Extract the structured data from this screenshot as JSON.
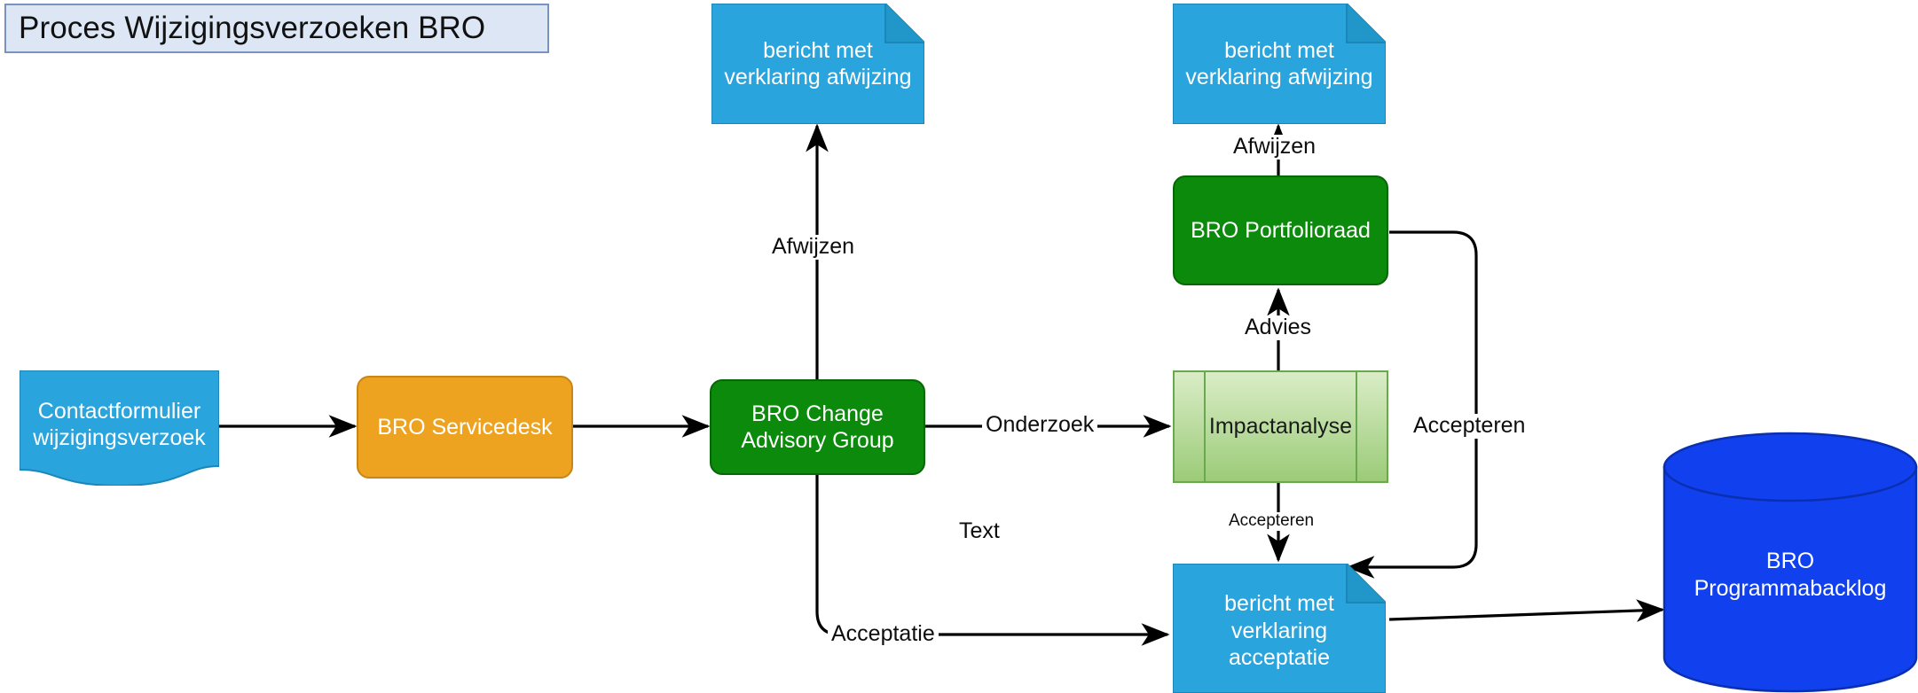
{
  "diagram": {
    "title": "Proces Wijzigingsverzoeken BRO",
    "title_bg": "#dce6f5",
    "title_border": "#7893c0"
  },
  "nodes": {
    "contactformulier": {
      "label": "Contactformulier\nwijzigingsverzoek",
      "shape": "document",
      "color": "#29A4DC"
    },
    "servicedesk": {
      "label": "BRO Servicedesk",
      "shape": "rounded-rect",
      "color": "#EDA320"
    },
    "change_advisory_group": {
      "label": "BRO Change\nAdvisory Group",
      "shape": "rounded-rect",
      "color": "#0B8A0B"
    },
    "afwijzing_note_left": {
      "label": "bericht met\nverklaring afwijzing",
      "shape": "note",
      "color": "#29A4DC"
    },
    "afwijzing_note_right": {
      "label": "bericht met\nverklaring afwijzing",
      "shape": "note",
      "color": "#29A4DC"
    },
    "portfolioraad": {
      "label": "BRO Portfolioraad",
      "shape": "rounded-rect",
      "color": "#0B8A0B"
    },
    "impactanalyse": {
      "label": "Impactanalyse",
      "shape": "predefined-process",
      "color": "#9CCB78"
    },
    "acceptatie_note": {
      "label": "bericht met\nverklaring acceptatie",
      "shape": "note",
      "color": "#29A4DC"
    },
    "programmabacklog": {
      "label": "BRO\nProgrammabacklog",
      "shape": "cylinder",
      "color": "#1141EE"
    }
  },
  "edge_labels": {
    "afwijzen_left": "Afwijzen",
    "afwijzen_right": "Afwijzen",
    "onderzoek": "Onderzoek",
    "advies": "Advies",
    "accepteren_right": "Accepteren",
    "accepteren_down": "Accepteren",
    "acceptatie": "Acceptatie",
    "stray_text": "Text"
  }
}
